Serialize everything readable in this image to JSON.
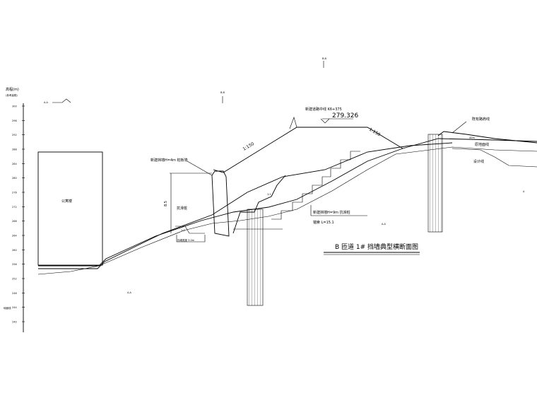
{
  "axis": {
    "title": "高程(m)",
    "subtitle": "(参考高程)",
    "bottom_label": "地面线",
    "ticks": [
      "300",
      "296",
      "292",
      "288",
      "284",
      "280",
      "276",
      "272",
      "268",
      "264",
      "260",
      "256",
      "252",
      "248",
      "244",
      "240"
    ]
  },
  "building_label": "公寓楼",
  "top_marks": {
    "left": "A-A",
    "center": "B-B"
  },
  "slopes": {
    "left": "1:150",
    "right": "1:150"
  },
  "road_center_label": "新建道路中线 K6+375",
  "elevation_value": "279.326",
  "labels": {
    "wall_left": "新建挡墙H=4m 桩板墙",
    "wall_height": "8.5",
    "small_note": "抗滑桩",
    "bottom_width": "挡墙宽度 3.0m",
    "wall_mid": "新建挡墙H=9m 抗滑桩",
    "anchor_note": "锚索 L=15.1",
    "slope_ratio": "1:1",
    "right_top": "既有路肩线",
    "right_mid_1": "40m",
    "right_mid_2": "原地面线",
    "right_low": "设计线",
    "far_right": "A",
    "side_note_left": "A-A"
  },
  "section_title": "B 匝道 1# 挡墙典型横断面图"
}
